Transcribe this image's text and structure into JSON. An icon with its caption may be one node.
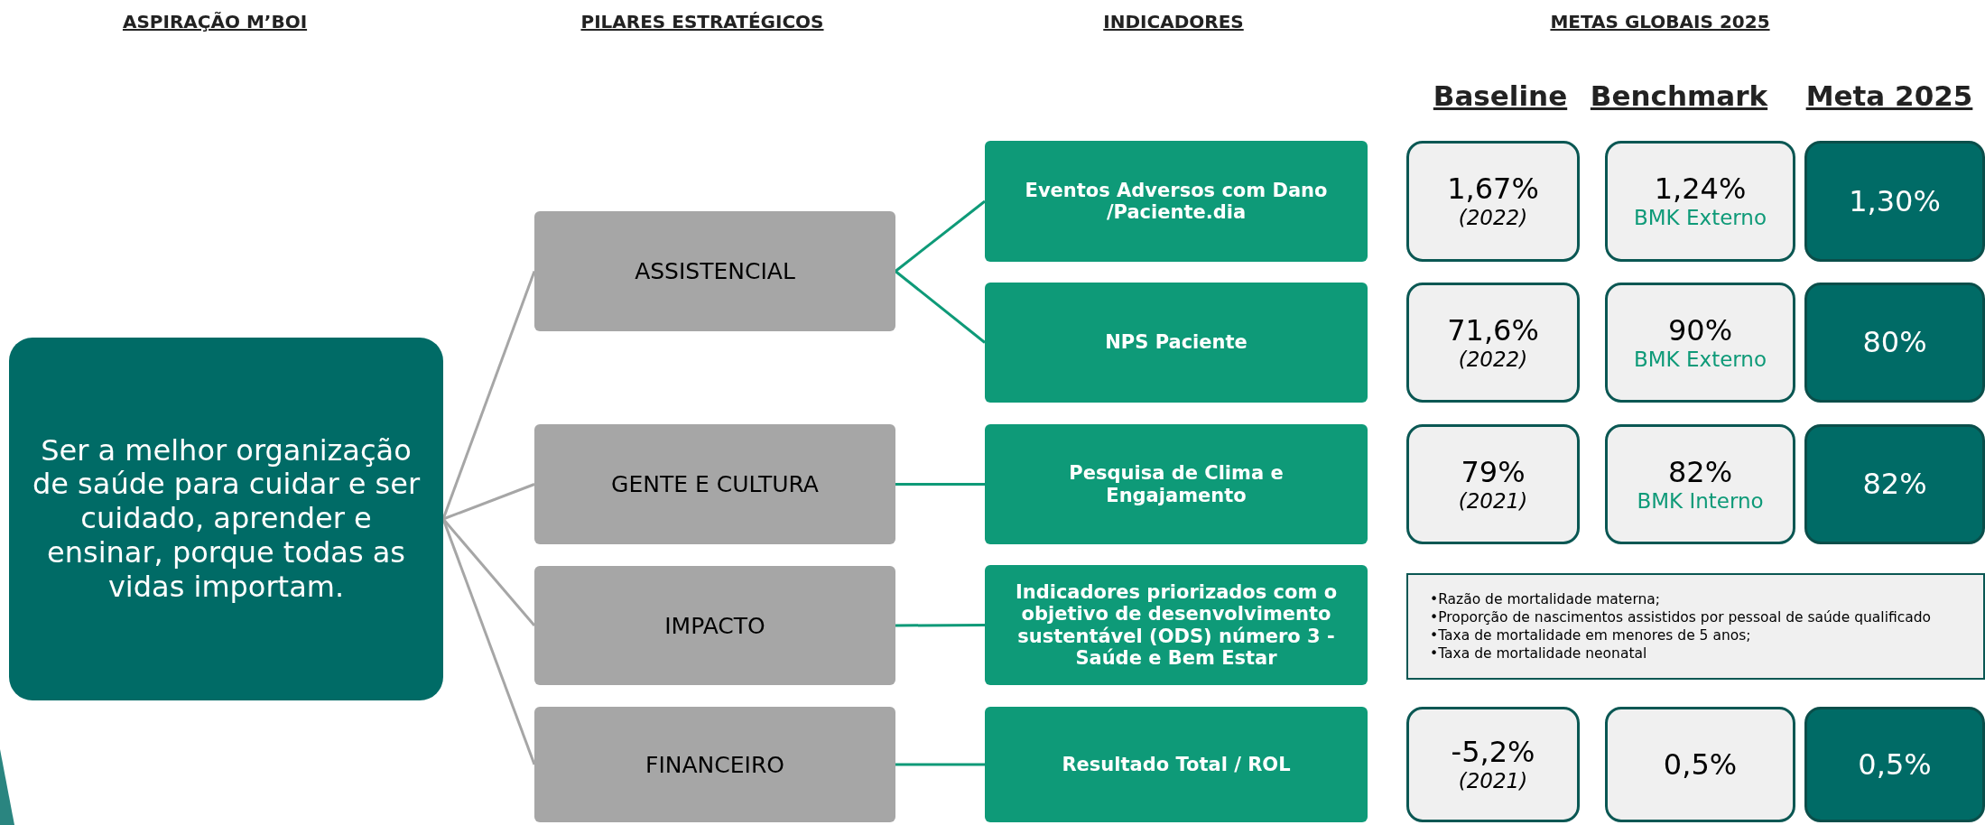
{
  "diagram": {
    "nodes": [
      {
        "text": [
          "Ser a melhor organização de saúde para cuidar e ser cuidado, aprender e ensinar, porque todas as vidas importam."
        ]
      },
      {
        "text": [
          "ASSISTENCIAL"
        ]
      },
      {
        "text": [
          "GENTE E CULTURA"
        ]
      },
      {
        "text": [
          "IMPACTO"
        ]
      },
      {
        "text": [
          "FINANCEIRO"
        ]
      },
      {
        "text": [
          "Eventos Adversos com Dano /Paciente.dia"
        ]
      },
      {
        "text": [
          "NPS Paciente"
        ]
      },
      {
        "text": [
          "Pesquisa de Clima e Engajamento"
        ]
      },
      {
        "text": [
          "Indicadores priorizados com o objetivo de desenvolvimento sustentável (ODS) número 3 - Saúde e Bem Estar"
        ]
      },
      {
        "text": [
          "Resultado Total / ROL"
        ]
      },
      {
        "text": [
          "1,67%",
          "(2022)"
        ]
      },
      {
        "text": [
          "1,24%",
          "BMK Externo"
        ]
      },
      {
        "text": [
          "1,30%"
        ]
      },
      {
        "text": [
          "71,6%",
          "(2022)"
        ]
      },
      {
        "text": [
          "90%",
          "BMK Externo"
        ]
      },
      {
        "text": [
          "80%"
        ]
      },
      {
        "text": [
          "79%",
          "(2021)"
        ]
      },
      {
        "text": [
          "82%",
          "BMK Interno"
        ]
      },
      {
        "text": [
          "82%"
        ]
      },
      {
        "text": [
          "•Razão de mortalidade materna;",
          "•Proporção de nascimentos assistidos por pessoal de saúde qualificado",
          "•Taxa de mortalidade em menores de 5 anos;",
          "•Taxa de mortalidade neonatal"
        ]
      },
      {
        "text": [
          "-5,2%",
          "(2021)"
        ]
      },
      {
        "text": [
          "0,5%"
        ]
      },
      {
        "text": [
          "0,5%"
        ]
      }
    ],
    "edges": [
      {
        "from": 0,
        "to": 1,
        "arrow": "none",
        "color": "#a6a6a6"
      },
      {
        "from": 0,
        "to": 2,
        "arrow": "none",
        "color": "#a6a6a6"
      },
      {
        "from": 0,
        "to": 3,
        "arrow": "none",
        "color": "#a6a6a6"
      },
      {
        "from": 0,
        "to": 4,
        "arrow": "none",
        "color": "#a6a6a6"
      },
      {
        "from": 1,
        "to": 5,
        "arrow": "none"
      },
      {
        "from": 1,
        "to": 6,
        "arrow": "none"
      },
      {
        "from": 2,
        "to": 7,
        "arrow": "none"
      },
      {
        "from": 3,
        "to": 8,
        "arrow": "none"
      },
      {
        "from": 4,
        "to": 9,
        "arrow": "none"
      }
    ],
    "labels": [
      "ASPIRAÇÃO M’BOI",
      "PILARES ESTRATÉGICOS",
      "INDICADORES",
      "METAS GLOBAIS 2025",
      "Baseline",
      "Benchmark",
      "Meta 2025"
    ]
  }
}
